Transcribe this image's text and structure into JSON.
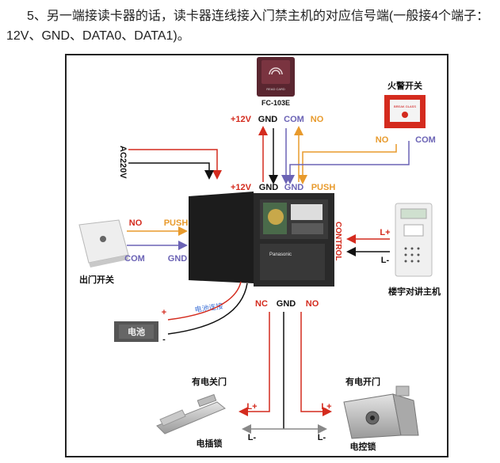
{
  "paragraph": {
    "line1": "5、另一端接读卡器的话，读卡器连线接入门禁主机的对应信号端(一般接4个端子：",
    "line2": "12V、GND、DATA0、DATA1)。"
  },
  "diagram": {
    "card_reader": {
      "model": "FC-103E",
      "face_text": "READ CARD"
    },
    "fire_alarm": {
      "title": "火警开关",
      "no": "NO",
      "com": "COM",
      "face_text": "BREAK GLASS"
    },
    "reader_terminals": {
      "v12": "+12V",
      "gnd": "GND",
      "com": "COM",
      "no": "NO"
    },
    "controller_terminals": {
      "v12": "+12V",
      "gnd": "GND",
      "gnd2": "GND",
      "push": "PUSH"
    },
    "power_label": "AC220V",
    "exit_button": {
      "no": "NO",
      "push": "PUSH",
      "com": "COM",
      "gnd": "GND",
      "caption": "出门开关"
    },
    "control_label": "CONTROL",
    "battery_label": "Panasonic",
    "intercom": {
      "lplus": "L+",
      "lminus": "L-",
      "caption": "楼宇对讲主机"
    },
    "battery": {
      "plus": "+",
      "minus": "-",
      "wire": "电池连接",
      "name": "电池"
    },
    "lock_terminals": {
      "nc": "NC",
      "gnd": "GND",
      "no": "NO"
    },
    "lock_left": {
      "title": "有电关门",
      "lplus": "L+",
      "lminus": "L-",
      "caption": "电插锁"
    },
    "lock_right": {
      "title": "有电开门",
      "lplus": "L+",
      "lminus": "L-",
      "caption": "电控锁"
    },
    "colors": {
      "red": "#d42b1e",
      "black": "#111111",
      "purple": "#6b63b5",
      "orange": "#e89a2c",
      "gray": "#888888"
    }
  }
}
